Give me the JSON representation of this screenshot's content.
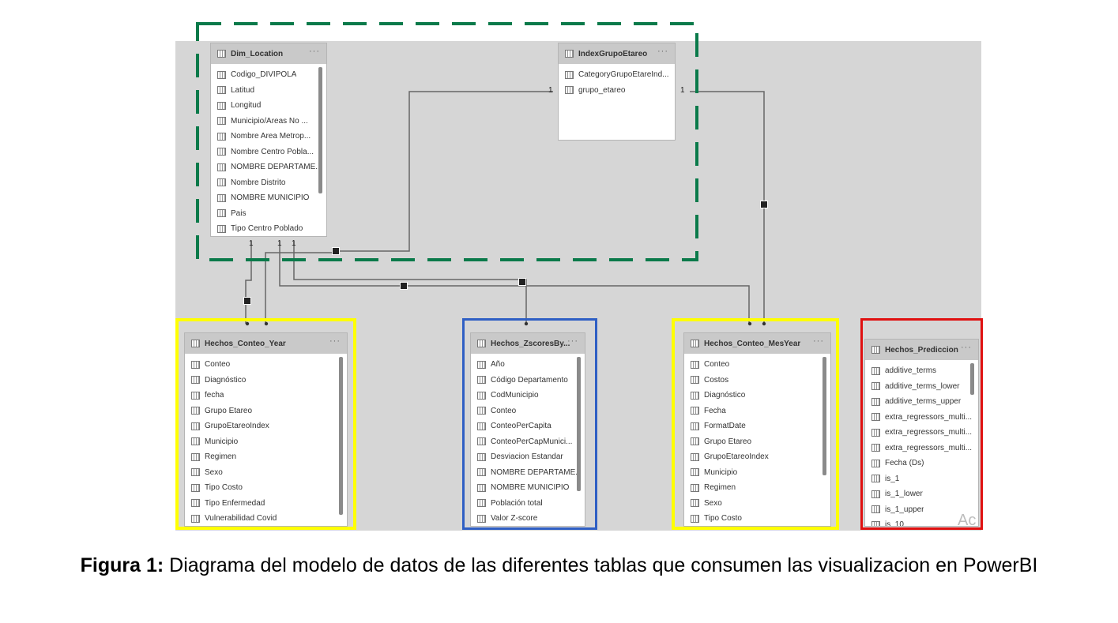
{
  "tables": {
    "dim_location": {
      "title": "Dim_Location",
      "fields": [
        "Codigo_DIVIPOLA",
        "Latitud",
        "Longitud",
        "Municipio/Areas No ...",
        "Nombre Area Metrop...",
        "Nombre Centro Pobla...",
        "NOMBRE DEPARTAME...",
        "Nombre Distrito",
        "NOMBRE MUNICIPIO",
        "Pais",
        "Tipo Centro Poblado"
      ]
    },
    "index_grupo": {
      "title": "IndexGrupoEtareo",
      "fields": [
        "CategoryGrupoEtareInd...",
        "grupo_etareo"
      ]
    },
    "conteo_year": {
      "title": "Hechos_Conteo_Year",
      "fields": [
        "Conteo",
        "Diagnóstico",
        "fecha",
        "Grupo Etareo",
        "GrupoEtareoIndex",
        "Municipio",
        "Regimen",
        "Sexo",
        "Tipo Costo",
        "Tipo Enfermedad",
        "Vulnerabilidad Covid"
      ]
    },
    "zscores": {
      "title": "Hechos_ZscoresBy...",
      "fields": [
        "Año",
        "Código Departamento",
        "CodMunicipio",
        "Conteo",
        "ConteoPerCapita",
        "ConteoPerCapMunici...",
        "Desviacion Estandar",
        "NOMBRE DEPARTAME...",
        "NOMBRE MUNICIPIO",
        "Población total",
        "Valor Z-score"
      ]
    },
    "conteo_mes": {
      "title": "Hechos_Conteo_MesYear",
      "fields": [
        "Conteo",
        "Costos",
        "Diagnóstico",
        "Fecha",
        "FormatDate",
        "Grupo Etareo",
        "GrupoEtareoIndex",
        "Municipio",
        "Regimen",
        "Sexo",
        "Tipo Costo"
      ]
    },
    "prediccion": {
      "title": "Hechos_Prediccion",
      "fields": [
        "additive_terms",
        "additive_terms_lower",
        "additive_terms_upper",
        "extra_regressors_multi...",
        "extra_regressors_multi...",
        "extra_regressors_multi...",
        "Fecha (Ds)",
        "is_1",
        "is_1_lower",
        "is_1_upper",
        "is_10"
      ]
    }
  },
  "more_menu": "···",
  "cardinality": "1",
  "watermark": "Ac",
  "caption": {
    "bold": "Figura 1:",
    "text": " Diagrama del modelo de datos de las diferentes tablas que consumen las visualizacion en PowerBI"
  },
  "colors": {
    "dim_highlight": "#0a7a4a",
    "fact_highlight": "#ffff00",
    "zscore_highlight": "#2f5fc4",
    "prediccion_highlight": "#e01010",
    "canvas_bg": "#d6d6d6",
    "line": "#555555"
  }
}
